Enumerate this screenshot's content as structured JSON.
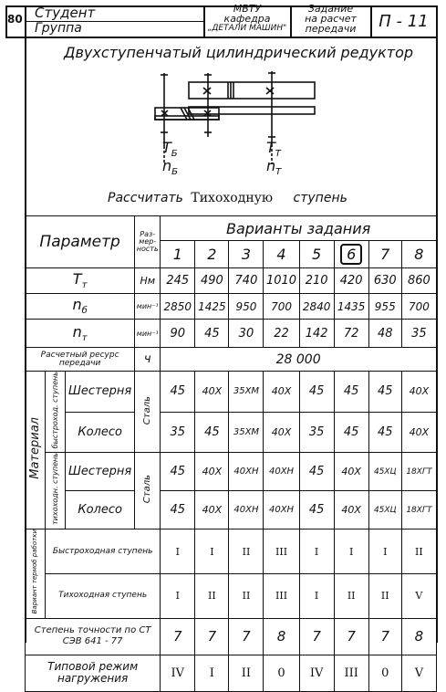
{
  "header": {
    "page_no": "80",
    "student_label": "Студент",
    "group_label": "Группа",
    "university": "МВТУ",
    "department": "кафедра",
    "department_name": "„ДЕТАЛИ МАШИН\"",
    "task_line1": "Задание",
    "task_line2": "на расчет",
    "task_line3": "передачи",
    "code": "П - 11"
  },
  "title": "Двухступенчатый цилиндрический редуктор",
  "diagram": {
    "label_tb": "Т",
    "label_tb_sub": "Б",
    "label_nb": "n",
    "label_nb_sub": "Б",
    "label_tt": "Т",
    "label_tt_sub": "Т",
    "label_nt": "n",
    "label_nt_sub": "Т"
  },
  "calc_line": {
    "prefix": "Рассчитать",
    "value": "Тихоходную",
    "suffix": "ступень"
  },
  "table": {
    "param_header": "Параметр",
    "units_header": "Раз-мер-ность",
    "variants_header": "Варианты задания",
    "variants": [
      "1",
      "2",
      "3",
      "4",
      "5",
      "6",
      "7",
      "8"
    ],
    "selected_variant": "6",
    "rows": [
      {
        "param": "T",
        "sub": "т",
        "unit": "Нм",
        "values": [
          "245",
          "490",
          "740",
          "1010",
          "210",
          "420",
          "630",
          "860"
        ]
      },
      {
        "param": "n",
        "sub": "б",
        "unit": "мин⁻¹",
        "values": [
          "2850",
          "1425",
          "950",
          "700",
          "2840",
          "1435",
          "955",
          "700"
        ]
      },
      {
        "param": "n",
        "sub": "т",
        "unit": "мин⁻¹",
        "values": [
          "90",
          "45",
          "30",
          "22",
          "142",
          "72",
          "48",
          "35"
        ]
      }
    ],
    "resource": {
      "label": "Расчетный ресурс передачи",
      "unit": "ч",
      "value": "28 000"
    },
    "material_label": "Материал",
    "fast_stage_label": "быстроход. ступень",
    "slow_stage_label": "тихоходн. ступень",
    "steel_label": "Сталь",
    "pinion_label": "Шестерня",
    "wheel_label": "Колесо",
    "fast_pinion": [
      "45",
      "40X",
      "35XM",
      "40X",
      "45",
      "45",
      "45",
      "40X"
    ],
    "fast_wheel": [
      "35",
      "45",
      "35XM",
      "40X",
      "35",
      "45",
      "45",
      "40X"
    ],
    "slow_pinion": [
      "45",
      "40X",
      "40XH",
      "40XH",
      "45",
      "40X",
      "45XЦ",
      "18XГТ"
    ],
    "slow_wheel": [
      "45",
      "40X",
      "40XH",
      "40XH",
      "45",
      "40X",
      "45XЦ",
      "18XГТ"
    ],
    "work_modes_label": "Вариант термоб работки",
    "fast_stage_full": "Быстроходная ступень",
    "slow_stage_full": "Тихоходная ступень",
    "fast_modes": [
      "I",
      "I",
      "II",
      "III",
      "I",
      "I",
      "I",
      "II"
    ],
    "slow_modes": [
      "I",
      "II",
      "II",
      "III",
      "I",
      "II",
      "II",
      "V"
    ],
    "accuracy_label": "Степень точности по СТ СЭВ 641 - 77",
    "accuracy": [
      "7",
      "7",
      "7",
      "8",
      "7",
      "7",
      "7",
      "8"
    ],
    "load_label": "Типовой режим нагружения",
    "load_modes": [
      "IV",
      "I",
      "II",
      "0",
      "IV",
      "III",
      "0",
      "V"
    ]
  }
}
